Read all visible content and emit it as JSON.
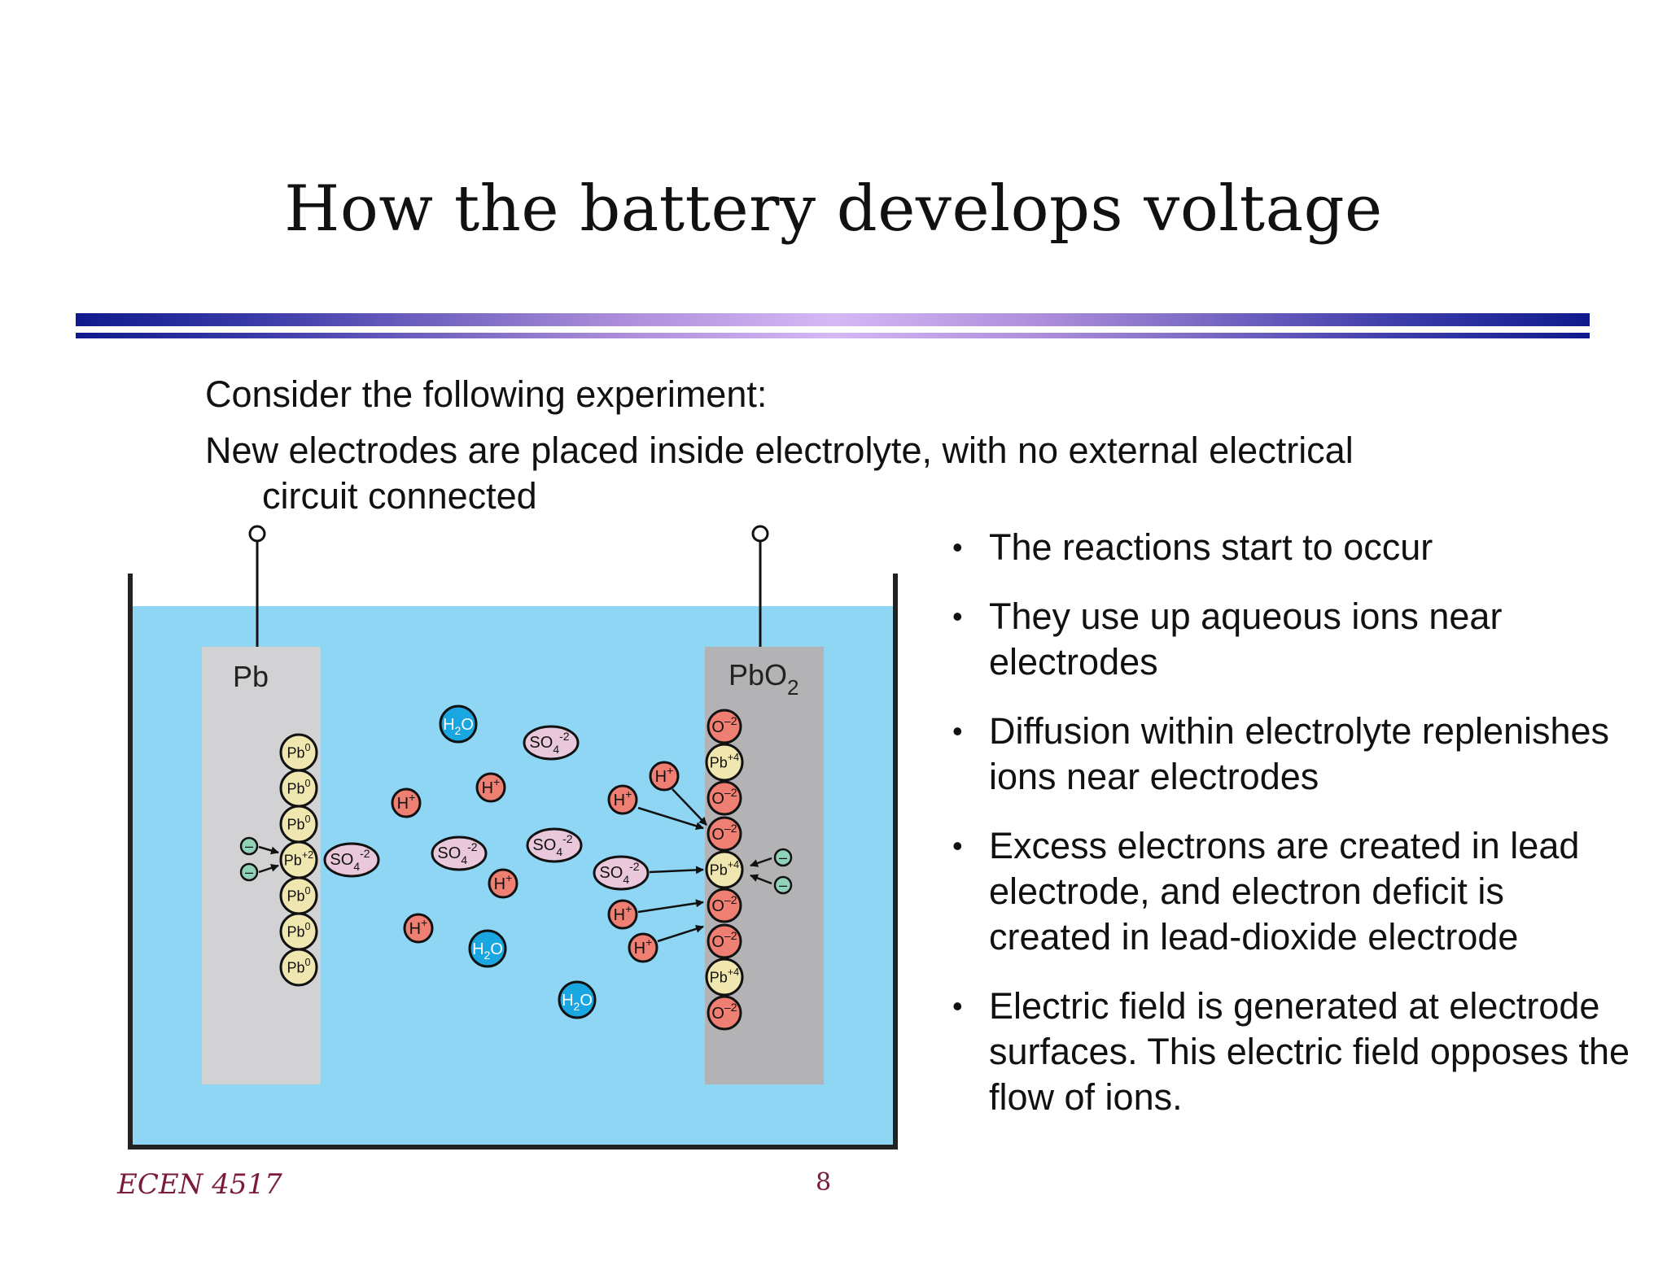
{
  "title": "How the battery develops voltage",
  "intro": {
    "line1": "Consider the following experiment:",
    "line2": "New electrodes are placed inside electrolyte, with no external electrical",
    "line3": "circuit connected"
  },
  "diagram": {
    "colors": {
      "electrolyte": "#8fd6f5",
      "pb_electrode": "#d2d2d4",
      "pbo2_electrode": "#b3b3b6",
      "pb_atom": "#f0e6b0",
      "proton_oxygen": "#ef7f72",
      "sulfate": "#e8c8da",
      "water": "#1aa6e0",
      "electron": "#8fd2b8"
    },
    "left_electrode_label": "Pb",
    "right_electrode_label": "PbO",
    "right_electrode_subscript": "2",
    "species": {
      "pb": "Pb",
      "h": "H",
      "o": "O",
      "so": "SO",
      "sulfate_sub": "4",
      "water_sub": "2",
      "zero": "0",
      "plus": "+",
      "plus2": "+2",
      "plus4": "+4",
      "minus2": "-2",
      "minus2_oxide": "–2",
      "electron": "–"
    }
  },
  "bullets": [
    "The reactions start to occur",
    "They use up aqueous ions near electrodes",
    "Diffusion within electrolyte replenishes ions near electrodes",
    "Excess electrons are created in lead electrode, and electron deficit is created in lead-dioxide electrode",
    "Electric field is generated at electrode surfaces. This electric field opposes the flow of ions."
  ],
  "footer": {
    "course": "ECEN 4517",
    "page": "8"
  }
}
